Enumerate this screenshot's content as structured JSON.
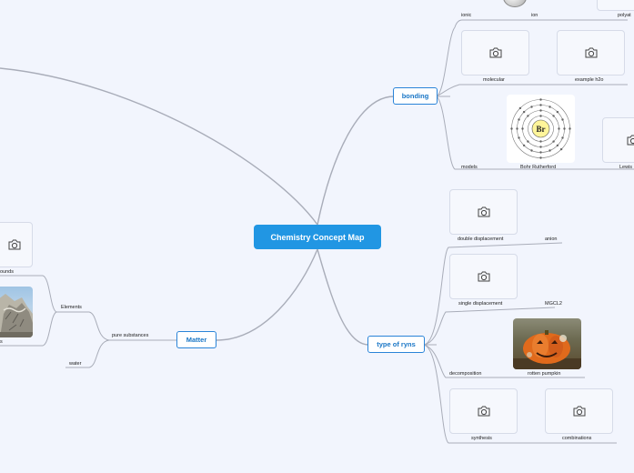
{
  "map": {
    "central": "Chemistry Concept Map",
    "bonding": {
      "title": "bonding",
      "items": [
        "ionic",
        "ion",
        "polyat",
        "molecular",
        "example h2o",
        "models",
        "Bohr Rutherford",
        "Lewis"
      ],
      "atom_symbol": "Br"
    },
    "reactions": {
      "title": "type of ryns",
      "items": [
        "double displacement",
        "anion",
        "single displacement",
        "MGCL2",
        "decomposition",
        "rotten pumpkin",
        "synthesis",
        "combinations"
      ]
    },
    "matter": {
      "title": "Matter",
      "items": [
        "pure substances",
        "Elements",
        "water",
        "ounds",
        "s"
      ]
    }
  },
  "colors": {
    "central": "#2196e3",
    "topic_border": "#2a84d8",
    "topic_text": "#1976c6",
    "line": "#a9adb9",
    "background": "#f2f5fd"
  },
  "icons": {
    "image_placeholder": "camera-icon"
  }
}
